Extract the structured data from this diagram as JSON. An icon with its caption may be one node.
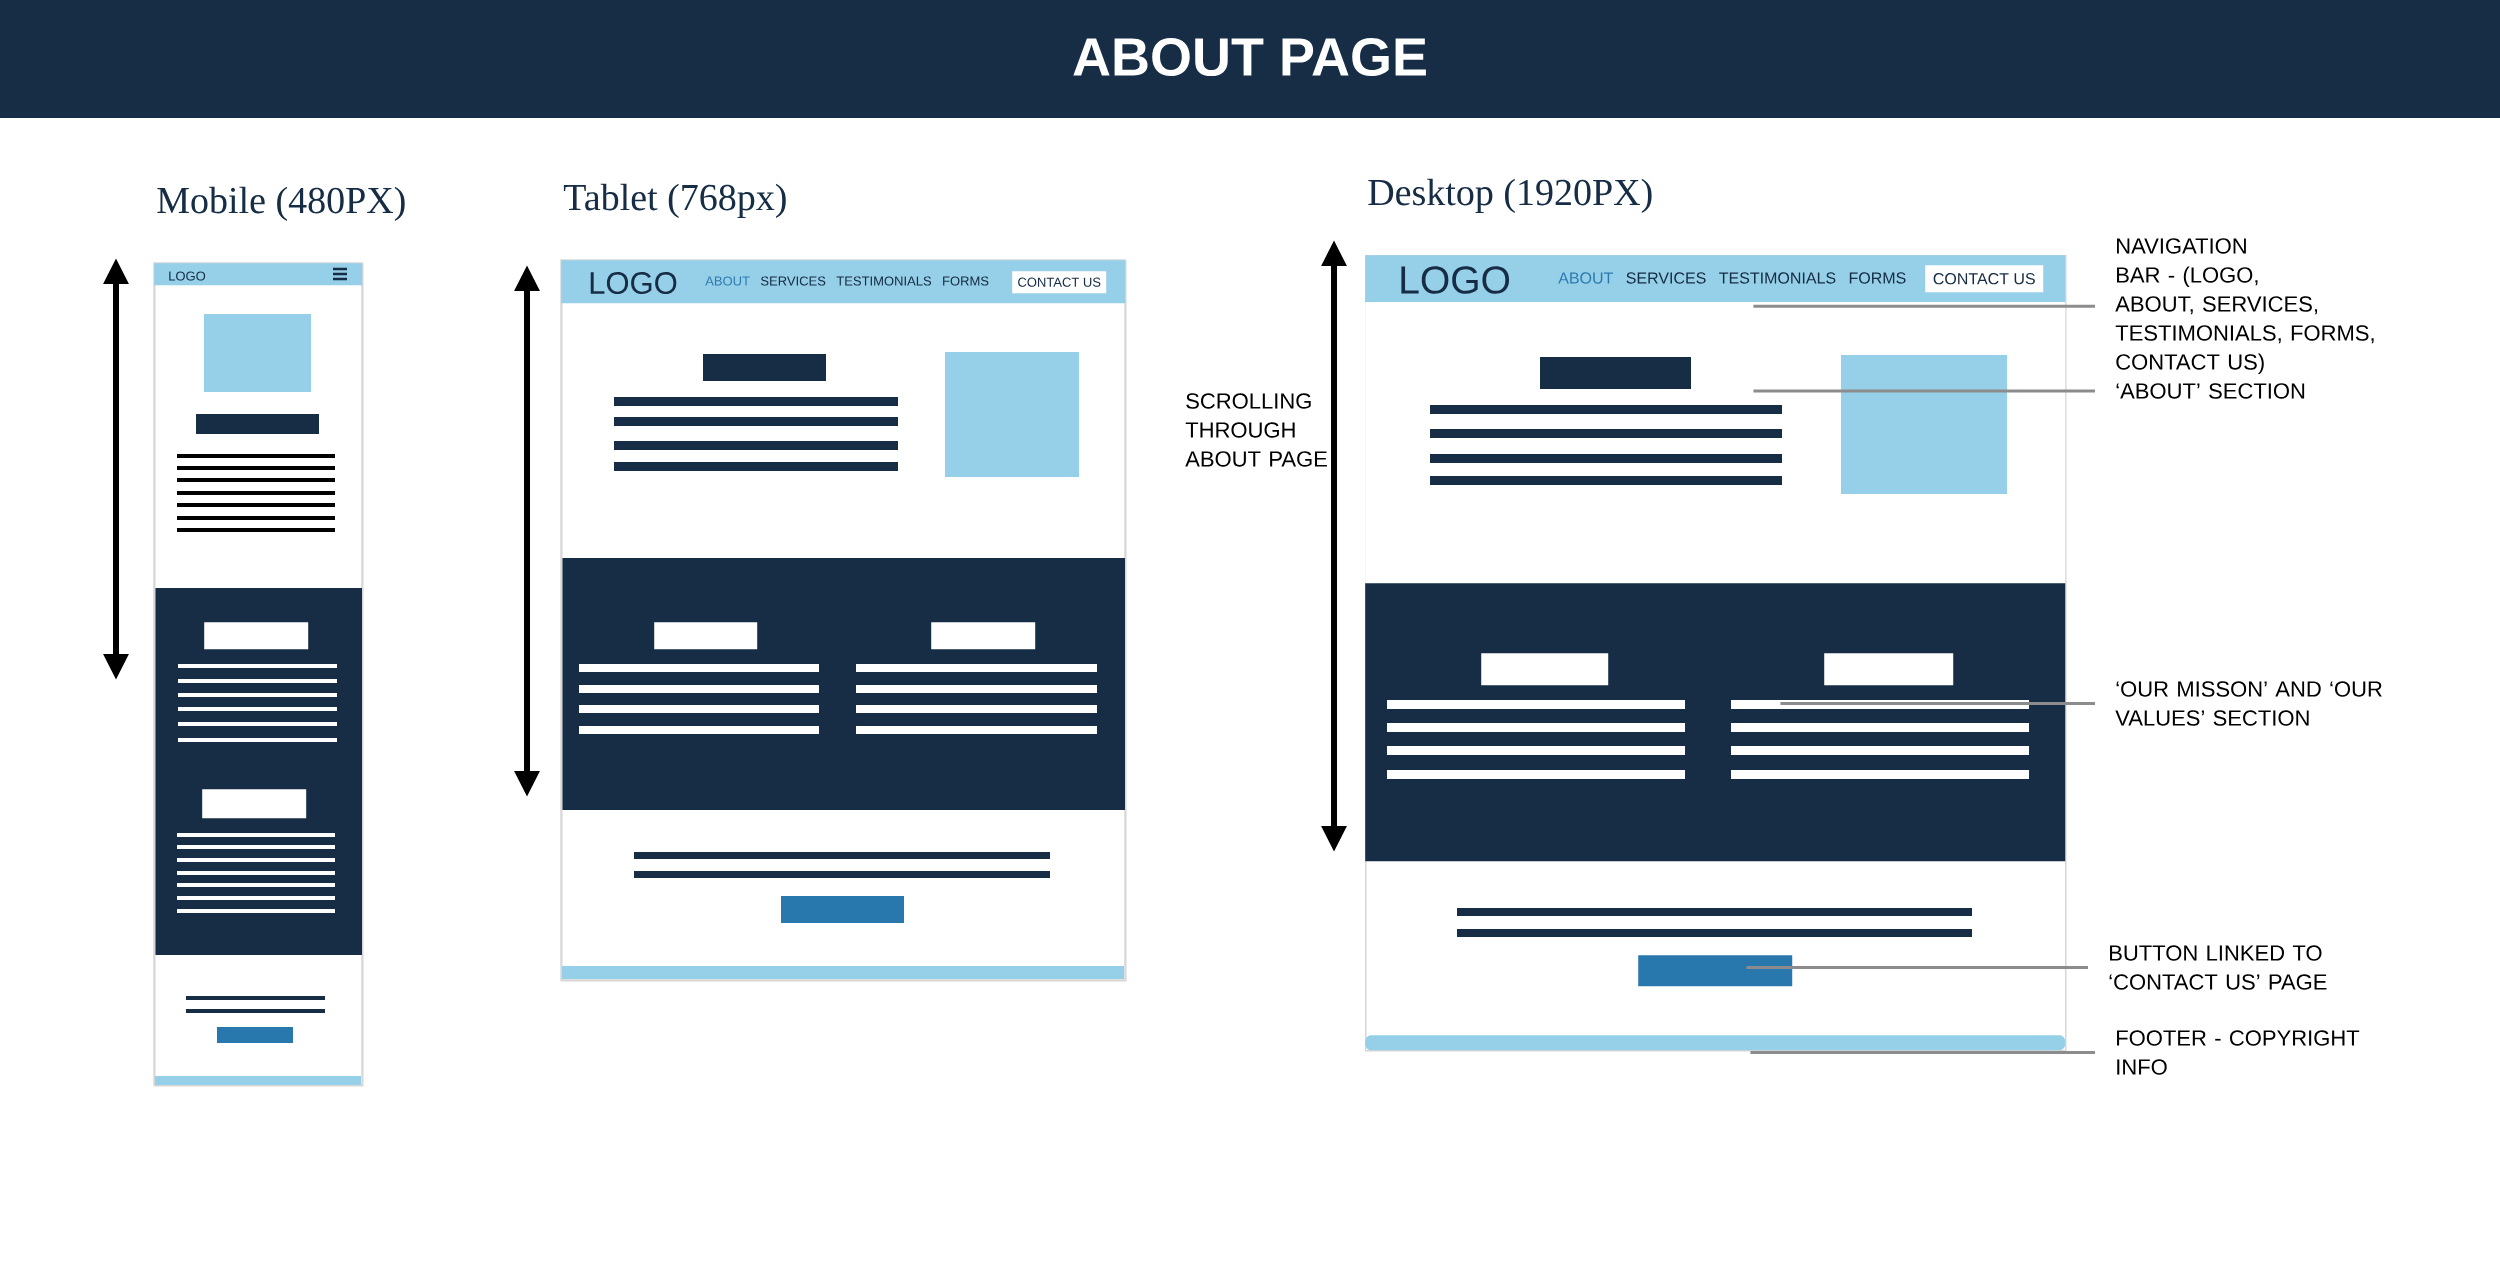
{
  "diagram": {
    "title": "ABOUT PAGE",
    "nodes": [
      {
        "text": [
          "Mobile (480PX)"
        ]
      },
      {
        "text": [
          "LOGO"
        ],
        "in": 0
      },
      {
        "text": [
          "Tablet (768px)"
        ]
      },
      {
        "text": [
          "LOGO",
          "ABOUT",
          "SERVICES",
          "TESTIMONIALS",
          "FORMS"
        ],
        "in": 2
      },
      {
        "text": [
          "CONTACT US"
        ],
        "in": 3
      },
      {
        "text": [
          "Desktop (1920PX)"
        ]
      },
      {
        "text": [
          "LOGO",
          "ABOUT",
          "SERVICES",
          "TESTIMONIALS",
          "FORMS"
        ],
        "in": 5
      },
      {
        "text": [
          "CONTACT US"
        ],
        "in": 6
      },
      {
        "text": [],
        "shape": "box",
        "in": 5
      },
      {
        "text": [],
        "shape": "box",
        "in": 5
      },
      {
        "text": [],
        "shape": "box",
        "in": 5
      },
      {
        "text": [],
        "shape": "bar",
        "in": 5
      },
      {
        "text": [
          "NAVIGATION BAR - (LOGO, ABOUT, SERVICES, TESTIMONIALS, FORMS, CONTACT US)"
        ]
      },
      {
        "text": [
          "‘ABOUT’ SECTION"
        ]
      },
      {
        "text": [
          "‘OUR MISSON’ AND ‘OUR VALUES’ SECTION"
        ]
      },
      {
        "text": [
          "BUTTON LINKED TO ‘CONTACT US’ PAGE"
        ]
      },
      {
        "text": [
          "FOOTER - COPYRIGHT INFO"
        ]
      },
      {
        "text": [],
        "shape": "box",
        "in": 0
      },
      {
        "text": [],
        "shape": "box",
        "in": 0
      },
      {
        "text": [],
        "shape": "box",
        "in": 2
      },
      {
        "text": [],
        "shape": "box",
        "in": 2
      },
      {
        "text": [],
        "shape": "box",
        "in": 9
      },
      {
        "text": [],
        "shape": "box",
        "in": 9
      }
    ],
    "edges": [
      {
        "from": 12,
        "to": 6,
        "arrow": "none"
      },
      {
        "from": 13,
        "to": 8,
        "arrow": "none"
      },
      {
        "from": 14,
        "to": 9,
        "arrow": "none"
      },
      {
        "from": 15,
        "to": 10,
        "arrow": "none"
      },
      {
        "from": 16,
        "to": 11,
        "arrow": "none"
      }
    ],
    "labels": [
      "SCROLLING THROUGH ABOUT PAGE"
    ]
  }
}
